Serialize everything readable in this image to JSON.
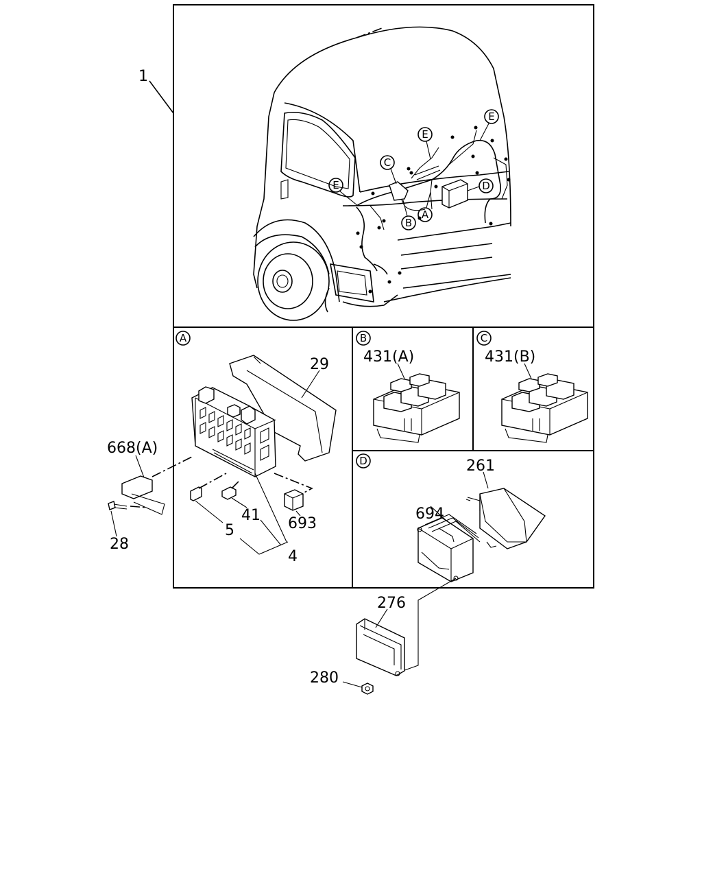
{
  "parts": {
    "p1": "1",
    "p29": "29",
    "p668a": "668(A)",
    "p28": "28",
    "p5": "5",
    "p41": "41",
    "p693": "693",
    "p4": "4",
    "p431a": "431(A)",
    "p431b": "431(B)",
    "p261": "261",
    "p694": "694",
    "p276": "276",
    "p280": "280"
  },
  "callouts": {
    "A": "A",
    "B": "B",
    "C": "C",
    "D": "D",
    "E": "E"
  }
}
